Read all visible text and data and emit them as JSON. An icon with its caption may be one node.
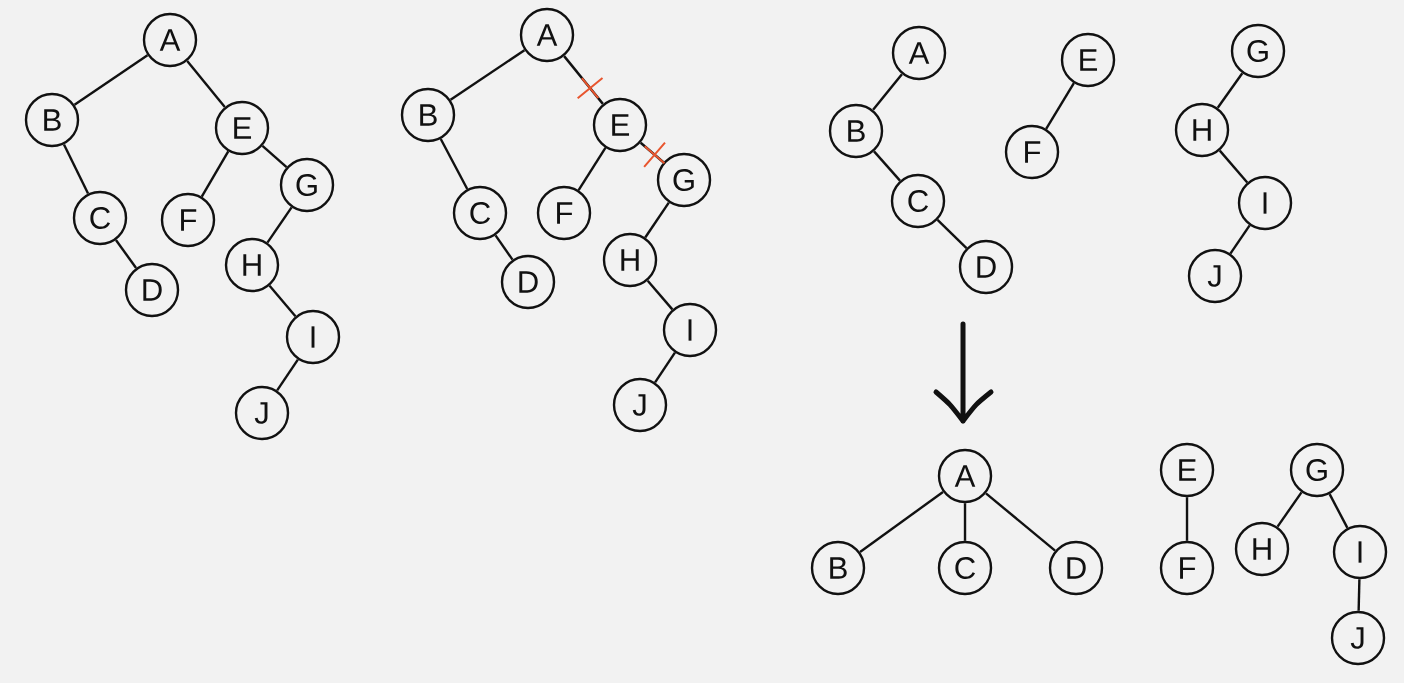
{
  "diagram": {
    "nodes": [
      {
        "text": [
          "A"
        ]
      },
      {
        "text": [
          "B"
        ]
      },
      {
        "text": [
          "C"
        ]
      },
      {
        "text": [
          "D"
        ]
      },
      {
        "text": [
          "E"
        ]
      },
      {
        "text": [
          "F"
        ]
      },
      {
        "text": [
          "G"
        ]
      },
      {
        "text": [
          "H"
        ]
      },
      {
        "text": [
          "I"
        ]
      },
      {
        "text": [
          "J"
        ]
      },
      {
        "text": [
          "A"
        ]
      },
      {
        "text": [
          "B"
        ]
      },
      {
        "text": [
          "C"
        ]
      },
      {
        "text": [
          "D"
        ]
      },
      {
        "text": [
          "E"
        ]
      },
      {
        "text": [
          "F"
        ]
      },
      {
        "text": [
          "G"
        ]
      },
      {
        "text": [
          "H"
        ]
      },
      {
        "text": [
          "I"
        ]
      },
      {
        "text": [
          "J"
        ]
      },
      {
        "text": [
          "A"
        ]
      },
      {
        "text": [
          "B"
        ]
      },
      {
        "text": [
          "C"
        ]
      },
      {
        "text": [
          "D"
        ]
      },
      {
        "text": [
          "E"
        ]
      },
      {
        "text": [
          "F"
        ]
      },
      {
        "text": [
          "G"
        ]
      },
      {
        "text": [
          "H"
        ]
      },
      {
        "text": [
          "I"
        ]
      },
      {
        "text": [
          "J"
        ]
      },
      {
        "text": [
          "A"
        ]
      },
      {
        "text": [
          "B"
        ]
      },
      {
        "text": [
          "C"
        ]
      },
      {
        "text": [
          "D"
        ]
      },
      {
        "text": [
          "E"
        ]
      },
      {
        "text": [
          "F"
        ]
      },
      {
        "text": [
          "G"
        ]
      },
      {
        "text": [
          "H"
        ]
      },
      {
        "text": [
          "I"
        ]
      },
      {
        "text": [
          "J"
        ]
      }
    ],
    "edges": [
      {
        "from": 0,
        "to": 1,
        "arrow": "none"
      },
      {
        "from": 0,
        "to": 4,
        "arrow": "none"
      },
      {
        "from": 1,
        "to": 2,
        "arrow": "none"
      },
      {
        "from": 2,
        "to": 3,
        "arrow": "none"
      },
      {
        "from": 4,
        "to": 5,
        "arrow": "none"
      },
      {
        "from": 4,
        "to": 6,
        "arrow": "none"
      },
      {
        "from": 6,
        "to": 7,
        "arrow": "none"
      },
      {
        "from": 7,
        "to": 8,
        "arrow": "none"
      },
      {
        "from": 8,
        "to": 9,
        "arrow": "none"
      },
      {
        "from": 10,
        "to": 11,
        "arrow": "none"
      },
      {
        "from": 10,
        "to": 14,
        "arrow": "none"
      },
      {
        "from": 11,
        "to": 12,
        "arrow": "none"
      },
      {
        "from": 12,
        "to": 13,
        "arrow": "none"
      },
      {
        "from": 14,
        "to": 15,
        "arrow": "none"
      },
      {
        "from": 14,
        "to": 16,
        "arrow": "none"
      },
      {
        "from": 16,
        "to": 17,
        "arrow": "none"
      },
      {
        "from": 17,
        "to": 18,
        "arrow": "none"
      },
      {
        "from": 18,
        "to": 19,
        "arrow": "none"
      },
      {
        "from": 20,
        "to": 21,
        "arrow": "none"
      },
      {
        "from": 21,
        "to": 22,
        "arrow": "none"
      },
      {
        "from": 22,
        "to": 23,
        "arrow": "none"
      },
      {
        "from": 24,
        "to": 25,
        "arrow": "none"
      },
      {
        "from": 26,
        "to": 27,
        "arrow": "none"
      },
      {
        "from": 27,
        "to": 28,
        "arrow": "none"
      },
      {
        "from": 28,
        "to": 29,
        "arrow": "none"
      },
      {
        "from": 30,
        "to": 31,
        "arrow": "none"
      },
      {
        "from": 30,
        "to": 32,
        "arrow": "none"
      },
      {
        "from": 30,
        "to": 33,
        "arrow": "none"
      },
      {
        "from": 34,
        "to": 35,
        "arrow": "none"
      },
      {
        "from": 36,
        "to": 37,
        "arrow": "none"
      },
      {
        "from": 36,
        "to": 38,
        "arrow": "none"
      },
      {
        "from": 38,
        "to": 39,
        "arrow": "none"
      }
    ]
  }
}
